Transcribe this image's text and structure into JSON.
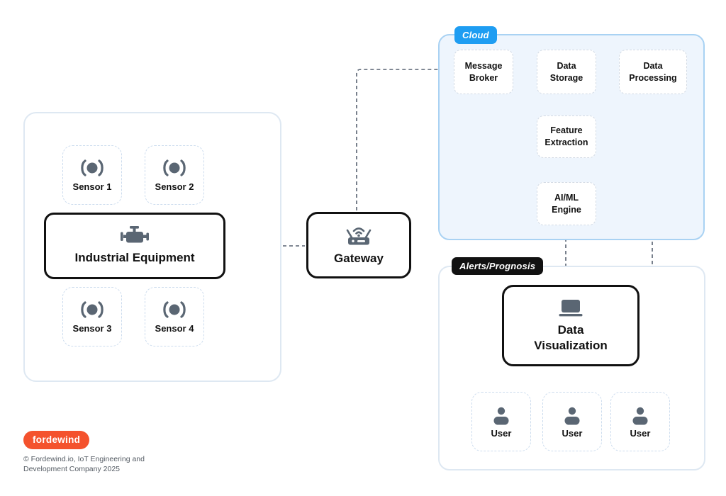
{
  "colors": {
    "accent_blue": "#1E9DF2",
    "cloud_fill": "#EEF5FD",
    "cloud_border": "#A9D2F3",
    "panel_border": "#DEE8F2",
    "node_dash_border": "#D2DAE4",
    "sensor_dash_border": "#CCDCEE",
    "icon_gray": "#5A6673",
    "wire_gray": "#566170",
    "node_border_dark": "#111111",
    "brand_orange": "#F4522D"
  },
  "equipment_panel": {
    "sensors": [
      {
        "label": "Sensor 1"
      },
      {
        "label": "Sensor 2"
      },
      {
        "label": "Sensor 3"
      },
      {
        "label": "Sensor 4"
      }
    ],
    "equipment": {
      "label": "Industrial Equipment"
    }
  },
  "gateway": {
    "label": "Gateway"
  },
  "cloud": {
    "tag": "Cloud",
    "nodes": [
      {
        "label": "Message Broker"
      },
      {
        "label": "Data Storage"
      },
      {
        "label": "Data Processing"
      },
      {
        "label": "Feature Extraction"
      },
      {
        "label": "AI/ML Engine"
      }
    ]
  },
  "alerts": {
    "tag": "Alerts/Prognosis",
    "visualization": {
      "label": "Data Visualization"
    },
    "users": [
      {
        "label": "User"
      },
      {
        "label": "User"
      },
      {
        "label": "User"
      }
    ]
  },
  "footer": {
    "logo": "fordewind",
    "copyright": "© Fordewind.io, IoT Engineering and Development Company 2025"
  }
}
